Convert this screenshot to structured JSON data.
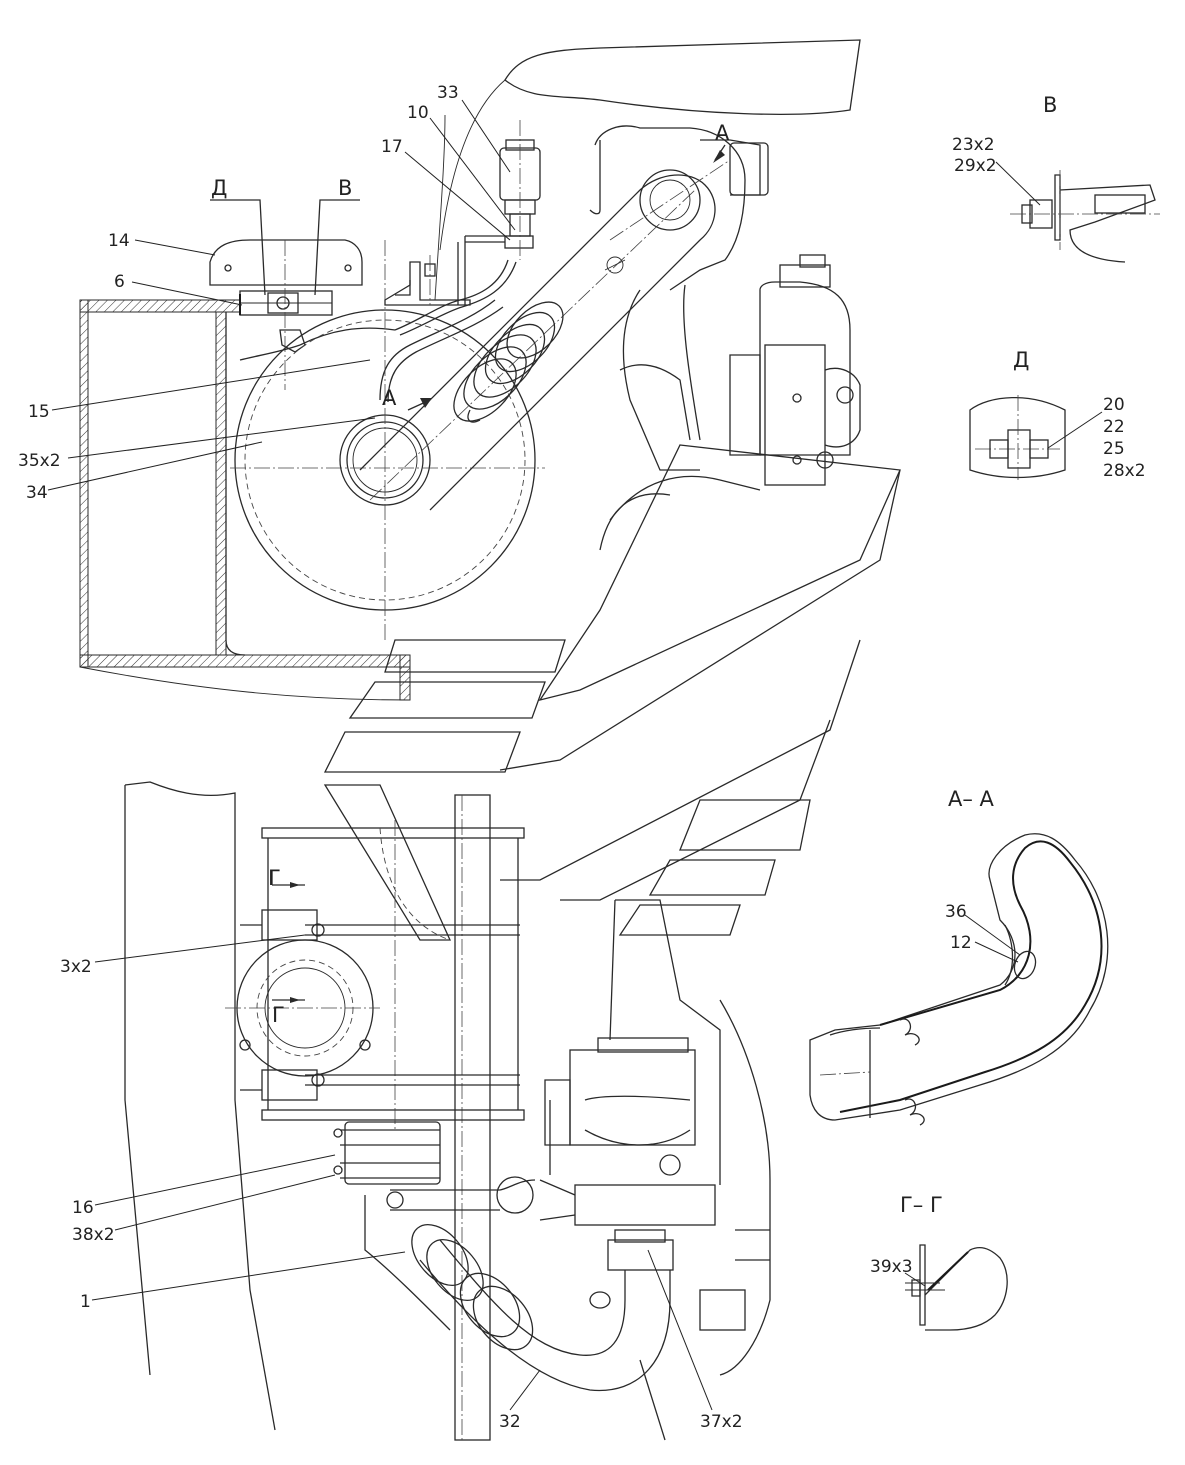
{
  "drawing": {
    "callouts": [
      {
        "id": "c33",
        "text": "33"
      },
      {
        "id": "c10",
        "text": "10"
      },
      {
        "id": "c17",
        "text": "17"
      },
      {
        "id": "c14",
        "text": "14"
      },
      {
        "id": "c6",
        "text": "6"
      },
      {
        "id": "c15",
        "text": "15"
      },
      {
        "id": "c35",
        "text": "35x2"
      },
      {
        "id": "c34",
        "text": "34"
      },
      {
        "id": "c3",
        "text": "3x2"
      },
      {
        "id": "c16",
        "text": "16"
      },
      {
        "id": "c38",
        "text": "38x2"
      },
      {
        "id": "c1",
        "text": "1"
      },
      {
        "id": "c32",
        "text": "32"
      },
      {
        "id": "c37",
        "text": "37x2"
      },
      {
        "id": "c23",
        "text": "23x2"
      },
      {
        "id": "c29",
        "text": "29x2"
      },
      {
        "id": "c20",
        "text": "20"
      },
      {
        "id": "c22",
        "text": "22"
      },
      {
        "id": "c25",
        "text": "25"
      },
      {
        "id": "c28",
        "text": "28x2"
      },
      {
        "id": "c36",
        "text": "36"
      },
      {
        "id": "c12",
        "text": "12"
      },
      {
        "id": "c39",
        "text": "39x3"
      }
    ],
    "section_marks": {
      "d_top": "Д",
      "v_top": "В",
      "a_top": "А",
      "a_mid": "А",
      "g_left": "Г",
      "g_mid": "Г"
    },
    "view_titles": {
      "view_v": "В",
      "view_d": "Д",
      "section_aa": "А– А",
      "section_gg": "Г– Г"
    }
  }
}
